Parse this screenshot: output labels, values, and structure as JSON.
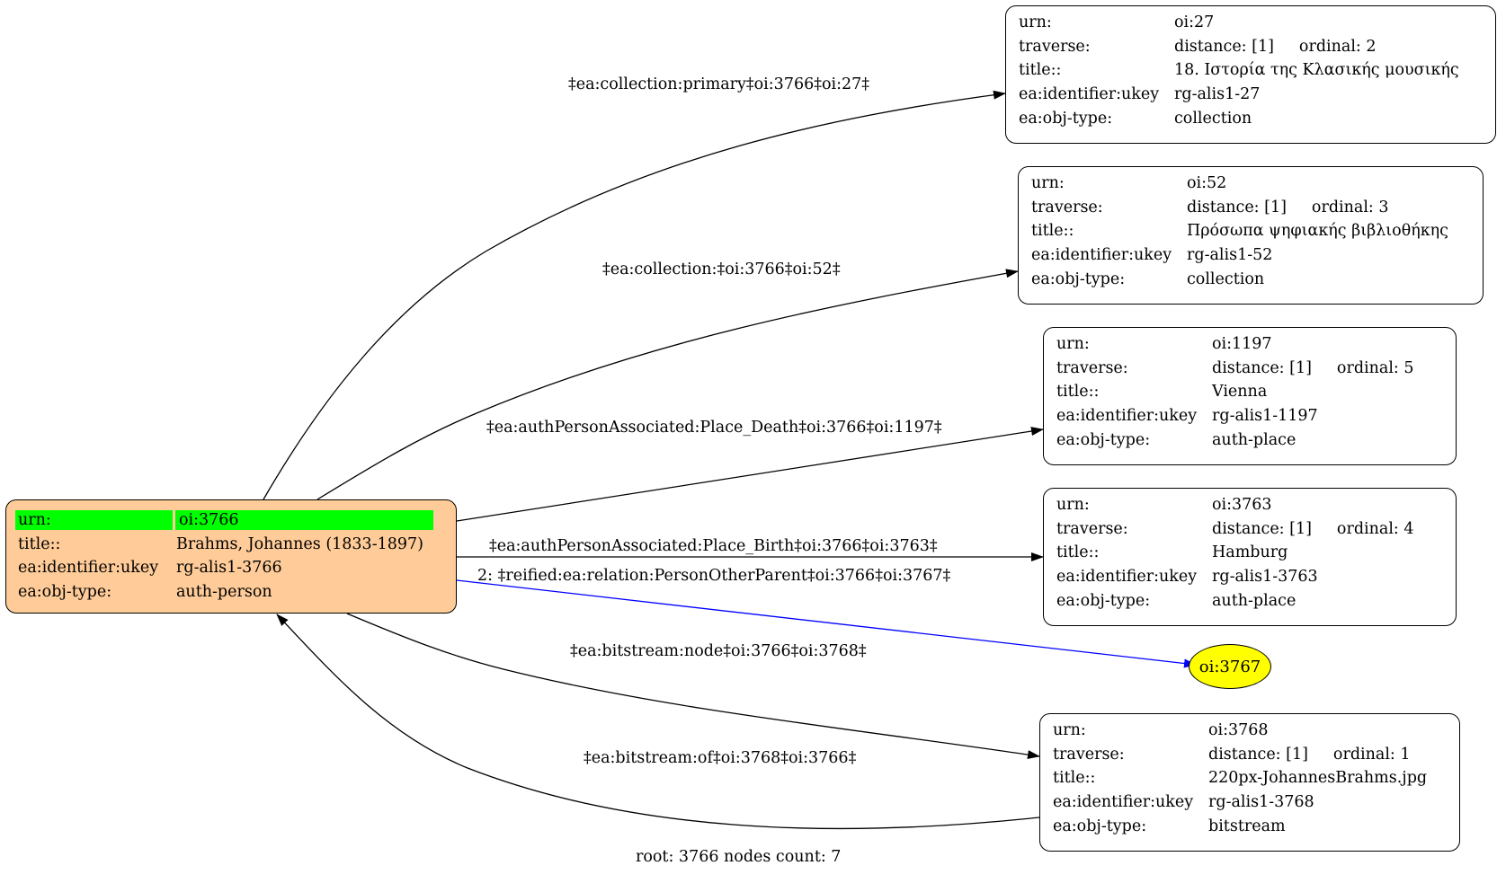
{
  "root_node": {
    "rows": [
      {
        "key": "urn:",
        "value": "oi:3766"
      },
      {
        "key": "title::",
        "value": "Brahms, Johannes (1833-1897)"
      },
      {
        "key": "ea:identifier:ukey",
        "value": "rg-alis1-3766"
      },
      {
        "key": "ea:obj-type:",
        "value": "auth-person"
      }
    ]
  },
  "nodes": [
    {
      "urn": "oi:27",
      "distance": "distance: [1]",
      "ordinal": "ordinal: 2",
      "title": "18. Ιστορία της Κλασικής μουσικής",
      "ukey": "rg-alis1-27",
      "objtype": "collection"
    },
    {
      "urn": "oi:52",
      "distance": "distance: [1]",
      "ordinal": "ordinal: 3",
      "title": "Πρόσωπα ψηφιακής βιβλιοθήκης",
      "ukey": "rg-alis1-52",
      "objtype": "collection"
    },
    {
      "urn": "oi:1197",
      "distance": "distance: [1]",
      "ordinal": "ordinal: 5",
      "title": "Vienna",
      "ukey": "rg-alis1-1197",
      "objtype": "auth-place"
    },
    {
      "urn": "oi:3763",
      "distance": "distance: [1]",
      "ordinal": "ordinal: 4",
      "title": "Hamburg",
      "ukey": "rg-alis1-3763",
      "objtype": "auth-place"
    },
    {
      "urn": "oi:3768",
      "distance": "distance: [1]",
      "ordinal": "ordinal: 1",
      "title": "220px-JohannesBrahms.jpg",
      "ukey": "rg-alis1-3768",
      "objtype": "bitstream"
    }
  ],
  "labels": {
    "urn": "urn:",
    "traverse": "traverse:",
    "title": "title::",
    "ukey": "ea:identifier:ukey",
    "objtype": "ea:obj-type:"
  },
  "ellipse_node": "oi:3767",
  "edges": [
    "‡ea:collection:primary‡oi:3766‡oi:27‡",
    "‡ea:collection:‡oi:3766‡oi:52‡",
    "‡ea:authPersonAssociated:Place_Death‡oi:3766‡oi:1197‡",
    "‡ea:authPersonAssociated:Place_Birth‡oi:3766‡oi:3763‡",
    "2: ‡reified:ea:relation:PersonOtherParent‡oi:3766‡oi:3767‡",
    "‡ea:bitstream:node‡oi:3766‡oi:3768‡",
    "‡ea:bitstream:of‡oi:3768‡oi:3766‡"
  ],
  "footer": "root: 3766 nodes count: 7",
  "colors": {
    "root_fill": "#ffcc99",
    "highlight": "#00ff00",
    "ellipse_fill": "#ffff00",
    "reified_edge": "#0000ff"
  }
}
